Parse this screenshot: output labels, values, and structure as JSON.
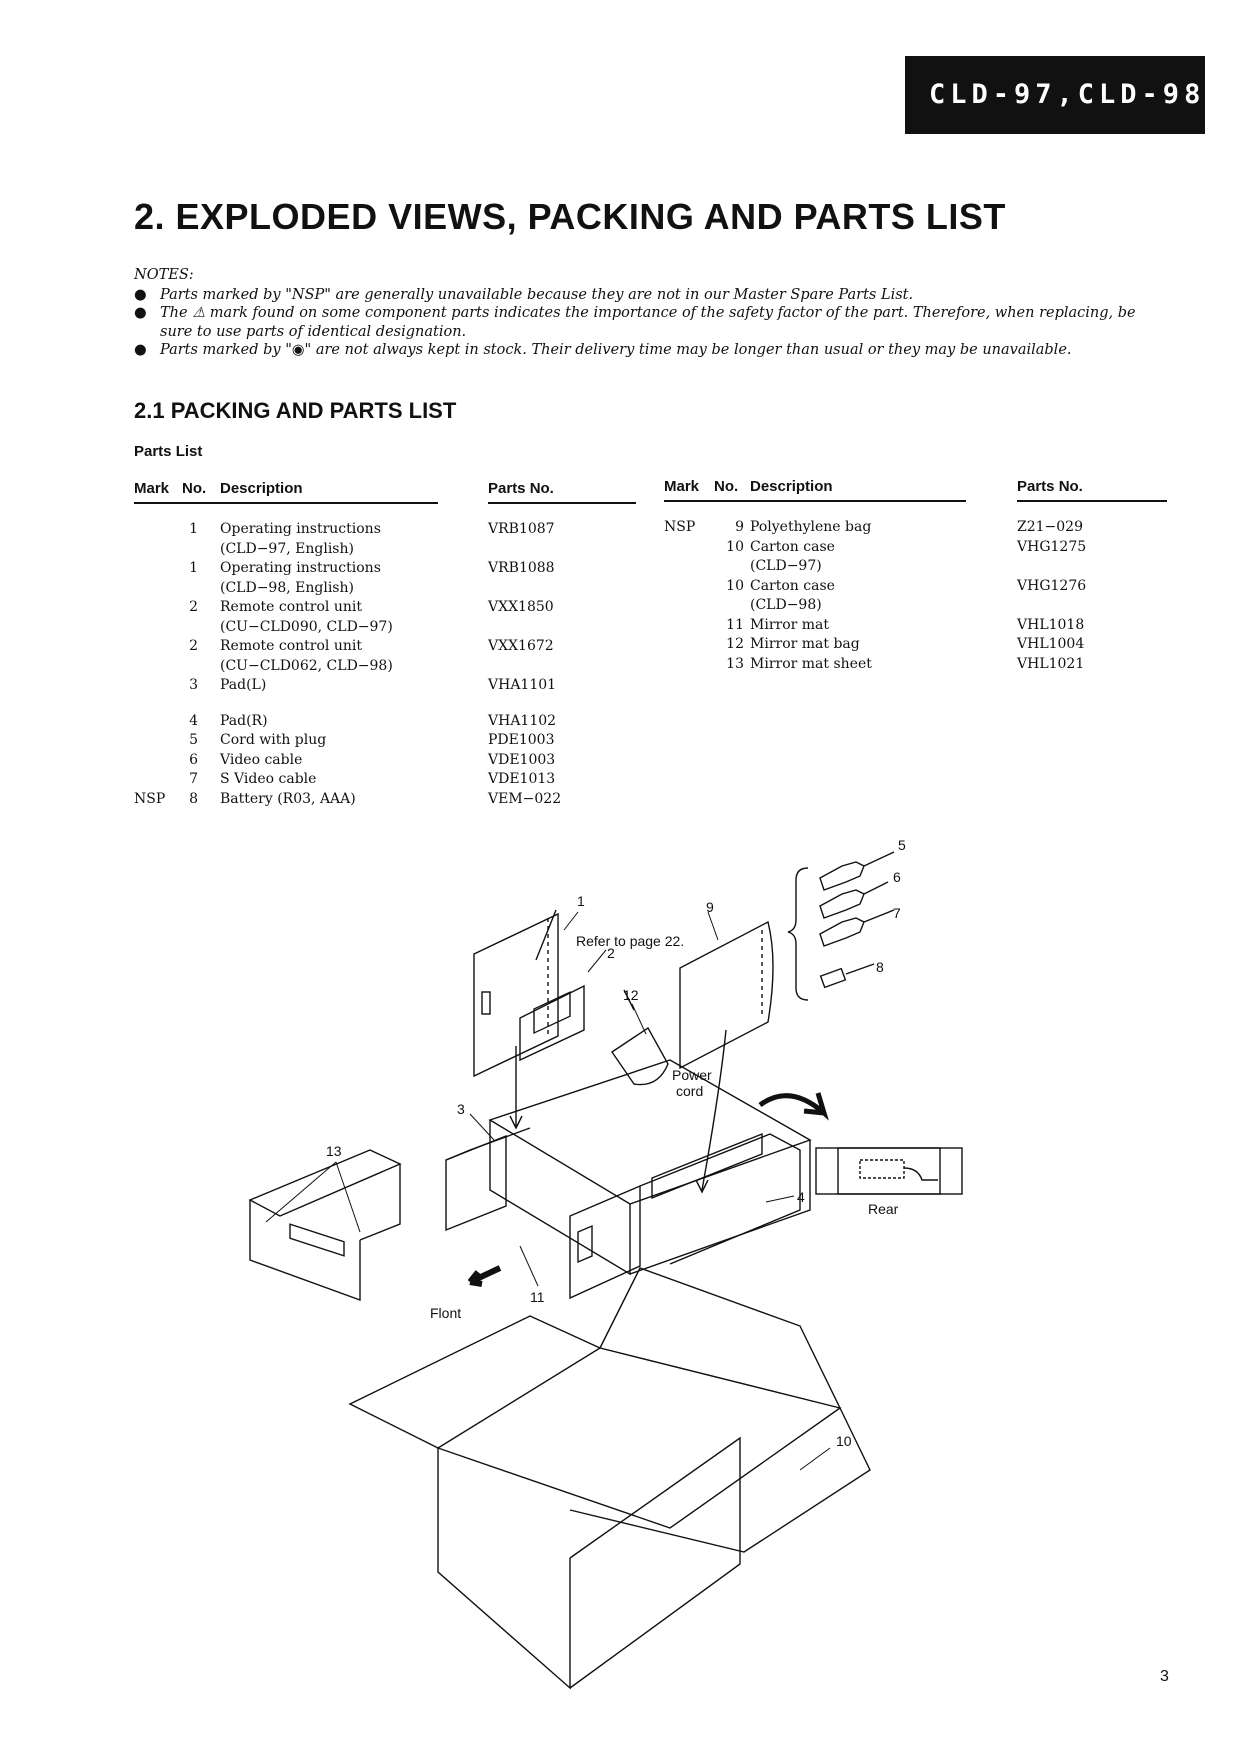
{
  "header": {
    "model": "CLD-97,CLD-98"
  },
  "title": "2.  EXPLODED VIEWS, PACKING AND PARTS LIST",
  "notes": {
    "heading": "NOTES:",
    "bullet": "●",
    "items": [
      "Parts marked by \"NSP\" are generally unavailable because they are not in our Master Spare Parts List.",
      "The ⚠ mark found on some component parts indicates the importance of the safety factor of the part. Therefore, when replacing, be sure to use parts of identical designation.",
      "Parts marked by \"◉\" are not always kept in stock. Their delivery time may be longer than usual or they may be unavailable."
    ]
  },
  "section": {
    "title": "2.1  PACKING AND PARTS LIST",
    "subtitle": "Parts List"
  },
  "table_headers": {
    "mark": "Mark",
    "no": "No.",
    "description": "Description",
    "parts_no": "Parts No."
  },
  "parts_left": [
    {
      "mark": "",
      "no": "1",
      "desc": "Operating instructions",
      "part": "VRB1087"
    },
    {
      "mark": "",
      "no": "",
      "desc": "(CLD−97, English)",
      "part": ""
    },
    {
      "mark": "",
      "no": "1",
      "desc": "Operating instructions",
      "part": "VRB1088"
    },
    {
      "mark": "",
      "no": "",
      "desc": "(CLD−98, English)",
      "part": ""
    },
    {
      "mark": "",
      "no": "2",
      "desc": "Remote control unit",
      "part": "VXX1850"
    },
    {
      "mark": "",
      "no": "",
      "desc": "(CU−CLD090, CLD−97)",
      "part": ""
    },
    {
      "mark": "",
      "no": "2",
      "desc": "Remote control unit",
      "part": "VXX1672"
    },
    {
      "mark": "",
      "no": "",
      "desc": "(CU−CLD062, CLD−98)",
      "part": ""
    },
    {
      "mark": "",
      "no": "3",
      "desc": "Pad(L)",
      "part": "VHA1101"
    },
    {
      "mark": "",
      "no": "4",
      "desc": "Pad(R)",
      "part": "VHA1102"
    },
    {
      "mark": "",
      "no": "5",
      "desc": "Cord with plug",
      "part": "PDE1003"
    },
    {
      "mark": "",
      "no": "6",
      "desc": "Video cable",
      "part": "VDE1003"
    },
    {
      "mark": "",
      "no": "7",
      "desc": "S Video cable",
      "part": "VDE1013"
    },
    {
      "mark": "NSP",
      "no": "8",
      "desc": "Battery (R03, AAA)",
      "part": "VEM−022"
    }
  ],
  "parts_right": [
    {
      "mark": "NSP",
      "no": "9",
      "desc": "Polyethylene bag",
      "part": "Z21−029"
    },
    {
      "mark": "",
      "no": "10",
      "desc": "Carton case",
      "part": "VHG1275"
    },
    {
      "mark": "",
      "no": "",
      "desc": "(CLD−97)",
      "part": ""
    },
    {
      "mark": "",
      "no": "10",
      "desc": "Carton case",
      "part": "VHG1276"
    },
    {
      "mark": "",
      "no": "",
      "desc": "(CLD−98)",
      "part": ""
    },
    {
      "mark": "",
      "no": "11",
      "desc": "Mirror mat",
      "part": "VHL1018"
    },
    {
      "mark": "",
      "no": "12",
      "desc": "Mirror mat bag",
      "part": "VHL1004"
    },
    {
      "mark": "",
      "no": "13",
      "desc": "Mirror mat sheet",
      "part": "VHL1021"
    }
  ],
  "diagram": {
    "labels": {
      "n1": "1",
      "n2": "2",
      "n3": "3",
      "n4": "4",
      "n5": "5",
      "n6": "6",
      "n7": "7",
      "n8": "8",
      "n9": "9",
      "n10": "10",
      "n11": "11",
      "n12": "12",
      "n13": "13",
      "refer": "Refer to page 22.",
      "power": "Power",
      "cord": "cord",
      "rear": "Rear",
      "front": "Flont"
    }
  },
  "page_number": "3"
}
